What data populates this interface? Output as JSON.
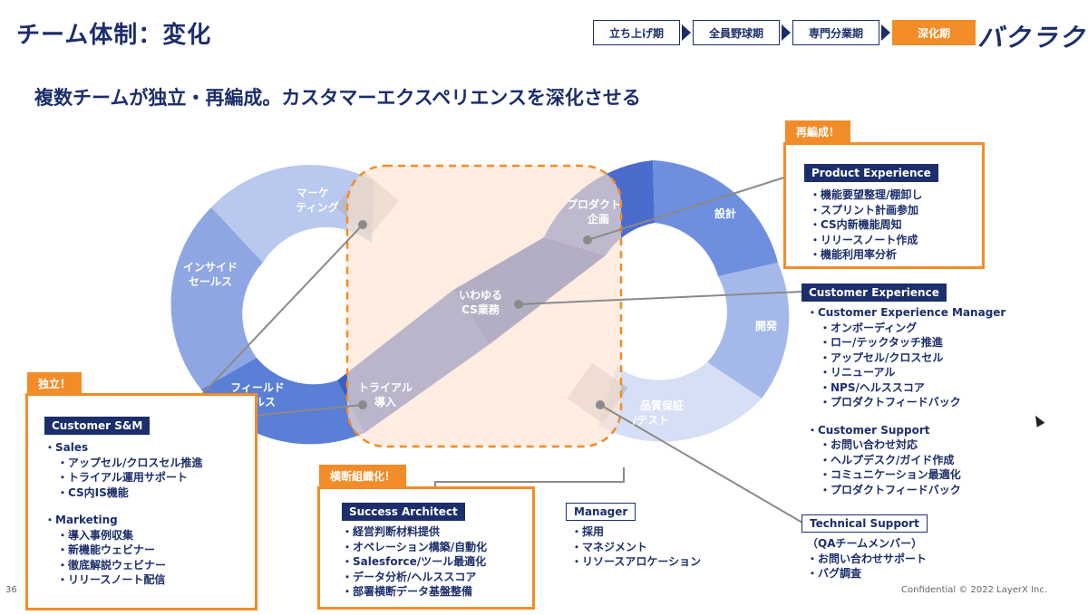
{
  "title": "チーム体制：変化",
  "subtitle": "複数チームが独立・再編成。カスタマーエクスペリエンスを深化させる",
  "steps": [
    "立ち上げ期",
    "全員野球期",
    "専門分業期",
    "深化期"
  ],
  "logo": "バクラク",
  "ring_labels": {
    "marketing": [
      "マーケ",
      "ティング"
    ],
    "inside_sales": [
      "インサイド",
      "セールス"
    ],
    "field_sales": [
      "フィールド",
      "セールス"
    ],
    "trial": [
      "トライアル",
      "導入"
    ],
    "cs": [
      "いわゆる",
      "CS業務"
    ],
    "product_planning": [
      "プロダクト",
      "企画"
    ],
    "design": "設計",
    "dev": "開発",
    "qa": [
      "品質保証",
      "/テスト"
    ]
  },
  "product_experience": {
    "tag": "再編成！",
    "head": "Product Experience",
    "items": [
      "・機能要望整理/棚卸し",
      "・スプリント計画参加",
      "・CS内新機能周知",
      "・リリースノート作成",
      "・機能利用率分析"
    ]
  },
  "customer_experience": {
    "head": "Customer Experience",
    "cem": "・Customer Experience Manager",
    "cem_items": [
      "・オンボーディング",
      "・ロー/テックタッチ推進",
      "・アップセル/クロスセル",
      "・リニューアル",
      "・NPS/ヘルススコア",
      "・プロダクトフィードバック"
    ],
    "support": "・Customer Support",
    "support_items": [
      "・お問い合わせ対応",
      "・ヘルプデスク/ガイド作成",
      "・コミュニケーション最適化",
      "・プロダクトフィードバック"
    ]
  },
  "technical_support": {
    "head": "Technical Support",
    "items": [
      "（QAチームメンバー）",
      "・お問い合わせサポート",
      "・バグ調査"
    ]
  },
  "customer_sm": {
    "tag": "独立！",
    "head": "Customer S&M",
    "sales": "・Sales",
    "sales_items": [
      "・アップセル/クロスセル推進",
      "・トライアル運用サポート",
      "・CS内IS機能"
    ],
    "marketing": "・Marketing",
    "marketing_items": [
      "・導入事例収集",
      "・新機能ウェビナー",
      "・徹底解説ウェビナー",
      "・リリースノート配信"
    ]
  },
  "success_architect": {
    "tag": "横断組織化！",
    "head": "Success Architect",
    "items": [
      "・経営判断材料提供",
      "・オペレーション構築/自動化",
      "・Salesforce/ツール最適化",
      "・データ分析/ヘルススコア",
      "・部署横断データ基盤整備"
    ]
  },
  "manager": {
    "head": "Manager",
    "items": [
      "・採用",
      "・マネジメント",
      "・リソースアロケーション"
    ]
  },
  "page_number": "36",
  "confidential": "Confidential  © 2022 LayerX Inc."
}
